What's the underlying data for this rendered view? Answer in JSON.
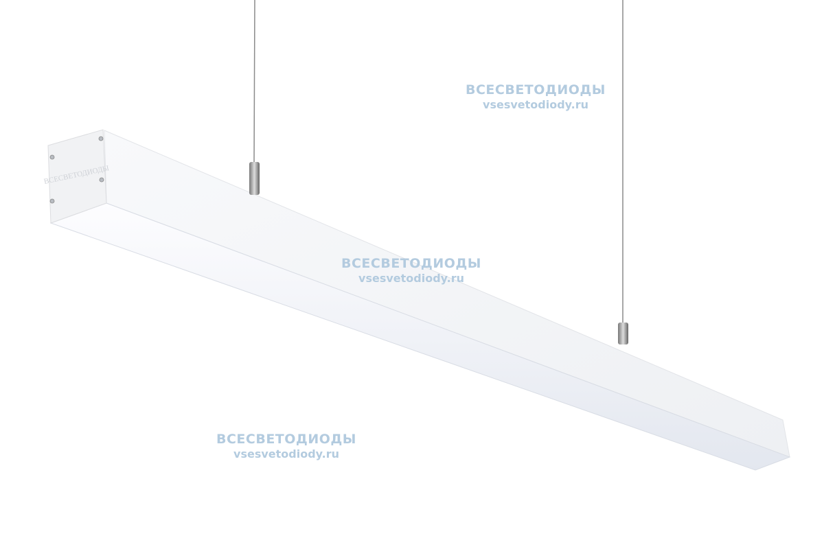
{
  "product": {
    "endcap_logo_text": "ВСЕСВЕТОДИОДЫ",
    "body_color": "#f4f5f7",
    "diffuser_color": "#e9edf5"
  },
  "watermarks": [
    {
      "line1": "ВСЕСВЕТОДИОДЫ",
      "line2": "vsesvetodiody.ru"
    },
    {
      "line1": "ВСЕСВЕТОДИОДЫ",
      "line2": "vsesvetodiody.ru"
    },
    {
      "line1": "ВСЕСВЕТОДИОДЫ",
      "line2": "vsesvetodiody.ru"
    }
  ]
}
